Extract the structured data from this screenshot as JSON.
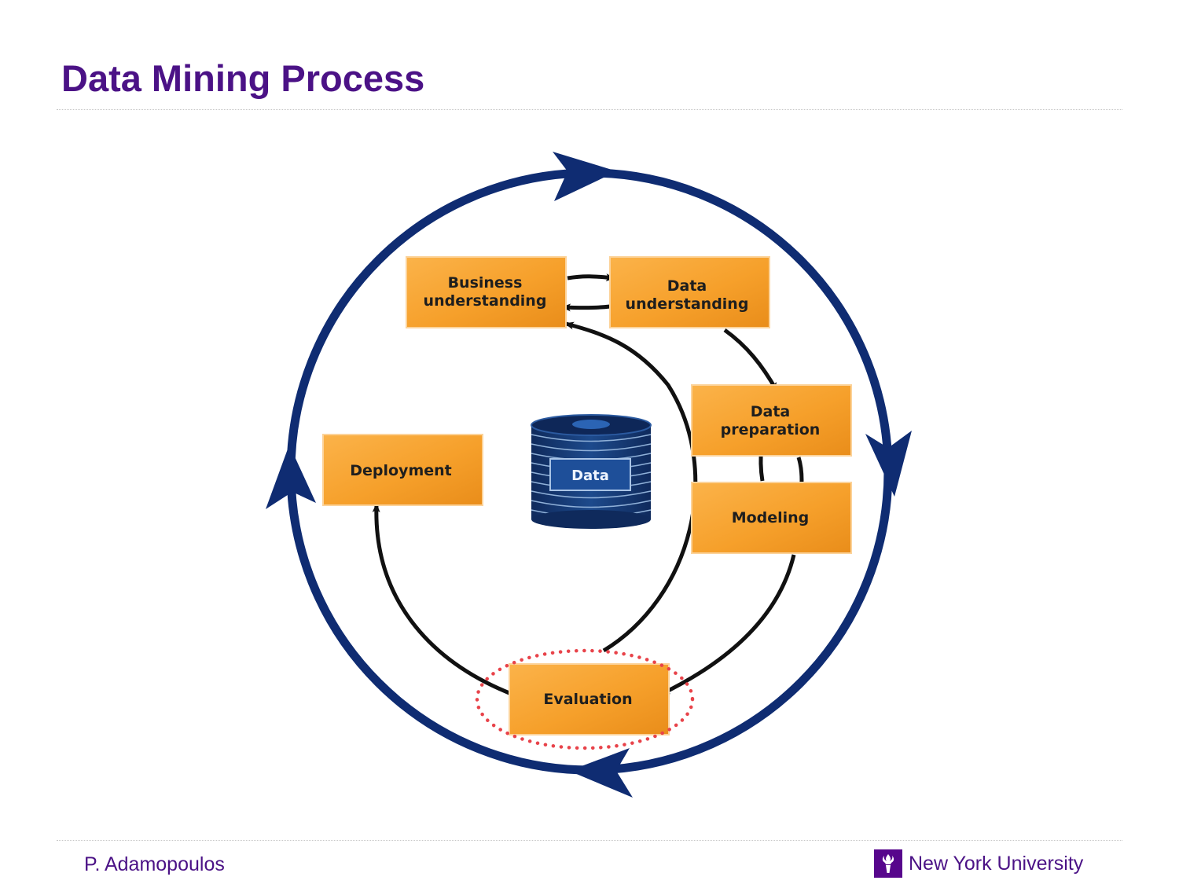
{
  "slide": {
    "title": "Data Mining Process"
  },
  "diagram": {
    "stages": {
      "business_understanding": [
        "Business",
        "understanding"
      ],
      "data_understanding": [
        "Data",
        "understanding"
      ],
      "data_preparation": [
        "Data",
        "preparation"
      ],
      "modeling": [
        "Modeling"
      ],
      "evaluation": [
        "Evaluation"
      ],
      "deployment": [
        "Deployment"
      ]
    },
    "data_store": "Data",
    "highlighted_stage": "evaluation",
    "colors": {
      "box": "#f7a22b",
      "outer_cycle": "#0f2c72",
      "inner_arrows": "#111111",
      "highlight": "#e8434a",
      "database": "#16386e"
    }
  },
  "footer": {
    "author": "P. Adamopoulos",
    "organization": "New York University"
  },
  "colors": {
    "title": "#4b1286",
    "brand": "#57068c"
  }
}
